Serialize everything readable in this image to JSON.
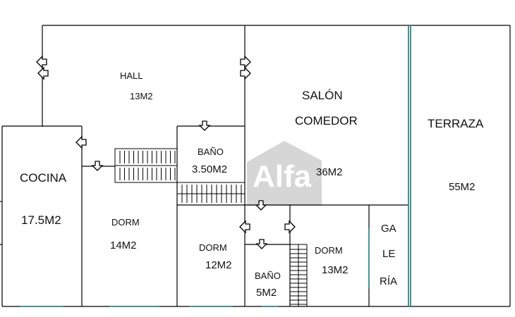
{
  "watermark": {
    "text": "Alfa",
    "color": "#d6d6d6"
  },
  "colors": {
    "wall": "#000000",
    "window": "#4a8f93"
  },
  "rooms": {
    "hall": {
      "name": "HALL",
      "area": "13M2"
    },
    "salon": {
      "name": "SALÓN",
      "name2": "COMEDOR",
      "area": "36M2"
    },
    "terraza": {
      "name": "TERRAZA",
      "area": "55M2"
    },
    "cocina": {
      "name": "COCINA",
      "area": "17.5M2"
    },
    "bano1": {
      "name": "BAÑO",
      "area": "3.50M2"
    },
    "dorm1": {
      "name": "DORM",
      "area": "14M2"
    },
    "dorm2": {
      "name": "DORM",
      "area": "12M2"
    },
    "bano2": {
      "name": "BAÑO",
      "area": "5M2"
    },
    "dorm3": {
      "name": "DORM",
      "area": "13M2"
    },
    "galeria": {
      "line1": "GA",
      "line2": "LE",
      "line3": "RÍA"
    }
  }
}
